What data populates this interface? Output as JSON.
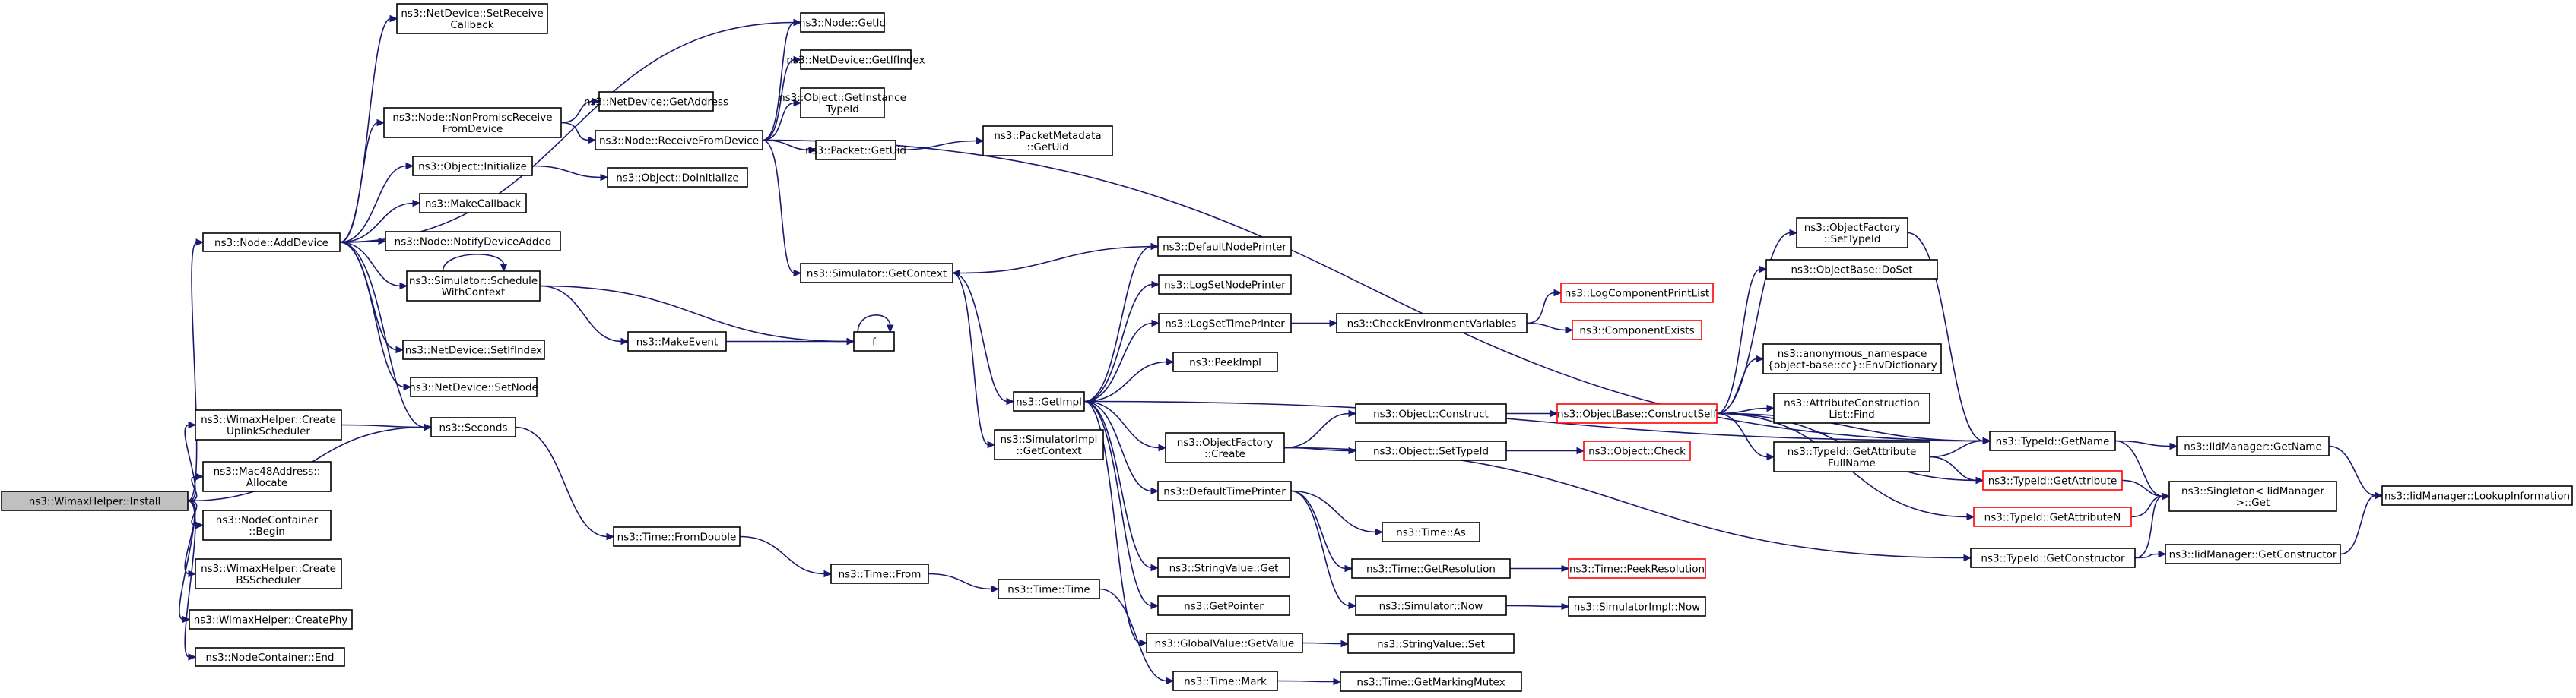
{
  "colors": {
    "edge": "#191970",
    "root_fill": "#c0c0c0",
    "node_border": "#000000",
    "red_border": "#ff0000"
  },
  "nodes": [
    {
      "id": "install",
      "lines": [
        "ns3::WimaxHelper::Install"
      ],
      "style": "root"
    },
    {
      "id": "adddevice",
      "lines": [
        "ns3::Node::AddDevice"
      ]
    },
    {
      "id": "createuplink",
      "lines": [
        "ns3::WimaxHelper::Create",
        "UplinkScheduler"
      ]
    },
    {
      "id": "mac48",
      "lines": [
        "ns3::Mac48Address::",
        "Allocate"
      ]
    },
    {
      "id": "ncbegin",
      "lines": [
        "ns3::NodeContainer",
        "::Begin"
      ]
    },
    {
      "id": "createbs",
      "lines": [
        "ns3::WimaxHelper::Create",
        "BSScheduler"
      ]
    },
    {
      "id": "createphy",
      "lines": [
        "ns3::WimaxHelper::CreatePhy"
      ]
    },
    {
      "id": "ncend",
      "lines": [
        "ns3::NodeContainer::End"
      ]
    },
    {
      "id": "setreceive",
      "lines": [
        "ns3::NetDevice::SetReceive",
        "Callback"
      ]
    },
    {
      "id": "nonpromisc",
      "lines": [
        "ns3::Node::NonPromiscReceive",
        "FromDevice"
      ]
    },
    {
      "id": "initialize",
      "lines": [
        "ns3::Object::Initialize"
      ]
    },
    {
      "id": "makecallback",
      "lines": [
        "ns3::MakeCallback"
      ]
    },
    {
      "id": "notifyadded",
      "lines": [
        "ns3::Node::NotifyDeviceAdded"
      ]
    },
    {
      "id": "schedule",
      "lines": [
        "ns3::Simulator::Schedule",
        "WithContext"
      ]
    },
    {
      "id": "setifindex",
      "lines": [
        "ns3::NetDevice::SetIfIndex"
      ]
    },
    {
      "id": "setnode",
      "lines": [
        "ns3::NetDevice::SetNode"
      ]
    },
    {
      "id": "seconds",
      "lines": [
        "ns3::Seconds"
      ]
    },
    {
      "id": "getaddress",
      "lines": [
        "ns3::NetDevice::GetAddress"
      ]
    },
    {
      "id": "receivefrom",
      "lines": [
        "ns3::Node::ReceiveFromDevice"
      ]
    },
    {
      "id": "doinitialize",
      "lines": [
        "ns3::Object::DoInitialize"
      ]
    },
    {
      "id": "makeevent",
      "lines": [
        "ns3::MakeEvent"
      ]
    },
    {
      "id": "fromdouble",
      "lines": [
        "ns3::Time::FromDouble"
      ]
    },
    {
      "id": "nodegetid",
      "lines": [
        "ns3::Node::GetId"
      ]
    },
    {
      "id": "getifindex",
      "lines": [
        "ns3::NetDevice::GetIfIndex"
      ]
    },
    {
      "id": "getinstance",
      "lines": [
        "ns3::Object::GetInstance",
        "TypeId"
      ]
    },
    {
      "id": "packetuid",
      "lines": [
        "ns3::Packet::GetUid"
      ]
    },
    {
      "id": "getcontext",
      "lines": [
        "ns3::Simulator::GetContext"
      ]
    },
    {
      "id": "timefrom",
      "lines": [
        "ns3::Time::From"
      ]
    },
    {
      "id": "metadatauid",
      "lines": [
        "ns3::PacketMetadata",
        "::GetUid"
      ]
    },
    {
      "id": "f",
      "lines": [
        "f"
      ]
    },
    {
      "id": "getimpl",
      "lines": [
        "ns3::GetImpl"
      ]
    },
    {
      "id": "simimplctx",
      "lines": [
        "ns3::SimulatorImpl",
        "::GetContext"
      ]
    },
    {
      "id": "timetime",
      "lines": [
        "ns3::Time::Time"
      ]
    },
    {
      "id": "defnodeprinter",
      "lines": [
        "ns3::DefaultNodePrinter"
      ]
    },
    {
      "id": "lognodeprinter",
      "lines": [
        "ns3::LogSetNodePrinter"
      ]
    },
    {
      "id": "logtimeprinter",
      "lines": [
        "ns3::LogSetTimePrinter"
      ]
    },
    {
      "id": "peekimpl",
      "lines": [
        "ns3::PeekImpl"
      ]
    },
    {
      "id": "ofcreate",
      "lines": [
        "ns3::ObjectFactory",
        "::Create"
      ]
    },
    {
      "id": "deftimeprinter",
      "lines": [
        "ns3::DefaultTimePrinter"
      ]
    },
    {
      "id": "stringget",
      "lines": [
        "ns3::StringValue::Get"
      ]
    },
    {
      "id": "getpointer",
      "lines": [
        "ns3::GetPointer"
      ]
    },
    {
      "id": "globalget",
      "lines": [
        "ns3::GlobalValue::GetValue"
      ]
    },
    {
      "id": "timemark",
      "lines": [
        "ns3::Time::Mark"
      ]
    },
    {
      "id": "checkenv",
      "lines": [
        "ns3::CheckEnvironmentVariables"
      ]
    },
    {
      "id": "objconstruct",
      "lines": [
        "ns3::Object::Construct"
      ]
    },
    {
      "id": "objsettypeid",
      "lines": [
        "ns3::Object::SetTypeId"
      ]
    },
    {
      "id": "timeas",
      "lines": [
        "ns3::Time::As"
      ]
    },
    {
      "id": "getresolution",
      "lines": [
        "ns3::Time::GetResolution"
      ]
    },
    {
      "id": "simnow",
      "lines": [
        "ns3::Simulator::Now"
      ]
    },
    {
      "id": "stringset",
      "lines": [
        "ns3::StringValue::Set"
      ]
    },
    {
      "id": "markingmutex",
      "lines": [
        "ns3::Time::GetMarkingMutex"
      ]
    },
    {
      "id": "logcomplist",
      "lines": [
        "ns3::LogComponentPrintList"
      ],
      "style": "red"
    },
    {
      "id": "compexists",
      "lines": [
        "ns3::ComponentExists"
      ],
      "style": "red"
    },
    {
      "id": "constructself",
      "lines": [
        "ns3::ObjectBase::ConstructSelf"
      ],
      "style": "red"
    },
    {
      "id": "objcheck",
      "lines": [
        "ns3::Object::Check"
      ],
      "style": "red"
    },
    {
      "id": "peekres",
      "lines": [
        "ns3::Time::PeekResolution"
      ],
      "style": "red"
    },
    {
      "id": "simimplnow",
      "lines": [
        "ns3::SimulatorImpl::Now"
      ]
    },
    {
      "id": "ofsettypeid",
      "lines": [
        "ns3::ObjectFactory",
        "::SetTypeId"
      ]
    },
    {
      "id": "dosetbase",
      "lines": [
        "ns3::ObjectBase::DoSet"
      ]
    },
    {
      "id": "envdict",
      "lines": [
        "ns3::anonymous_namespace",
        "{object-base::cc}::EnvDictionary"
      ]
    },
    {
      "id": "attrfind",
      "lines": [
        "ns3::AttributeConstruction",
        "List::Find"
      ]
    },
    {
      "id": "attrfullname",
      "lines": [
        "ns3::TypeId::GetAttribute",
        "FullName"
      ]
    },
    {
      "id": "getname",
      "lines": [
        "ns3::TypeId::GetName"
      ]
    },
    {
      "id": "getattribute",
      "lines": [
        "ns3::TypeId::GetAttribute"
      ],
      "style": "red"
    },
    {
      "id": "getattributen",
      "lines": [
        "ns3::TypeId::GetAttributeN"
      ],
      "style": "red"
    },
    {
      "id": "getconstructor",
      "lines": [
        "ns3::TypeId::GetConstructor"
      ]
    },
    {
      "id": "iidgetname",
      "lines": [
        "ns3::IidManager::GetName"
      ]
    },
    {
      "id": "singleton",
      "lines": [
        "ns3::Singleton< IidManager",
        ">::Get"
      ]
    },
    {
      "id": "iidgetctor",
      "lines": [
        "ns3::IidManager::GetConstructor"
      ]
    },
    {
      "id": "lookupinfo",
      "lines": [
        "ns3::IidManager::LookupInformation"
      ]
    }
  ]
}
